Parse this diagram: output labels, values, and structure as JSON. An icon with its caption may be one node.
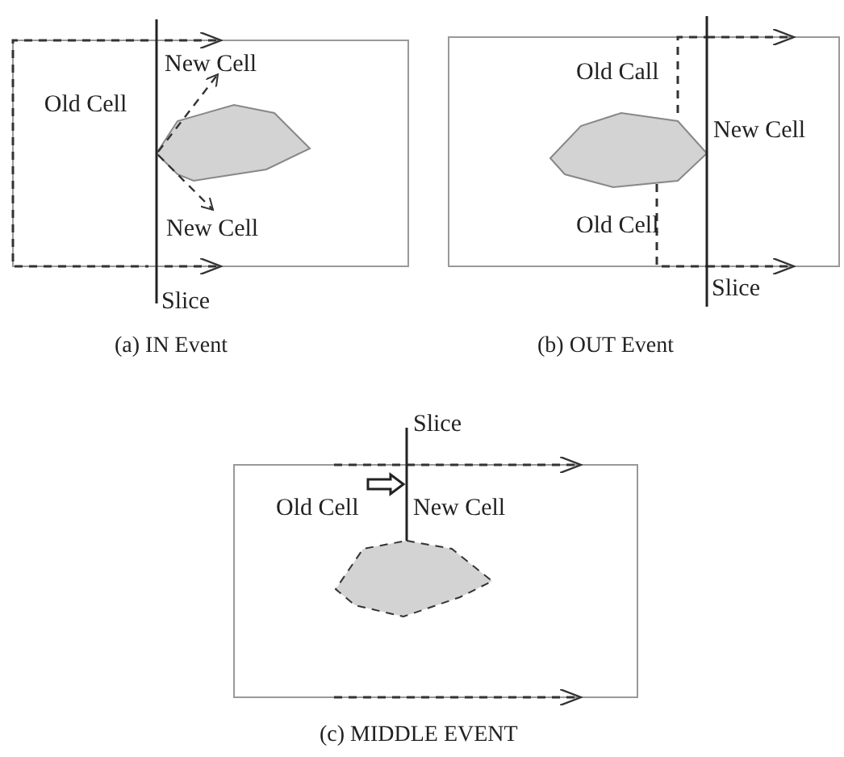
{
  "diagram": {
    "nodes": [
      {
        "text": [],
        "shape": "polygon"
      },
      {
        "text": [],
        "shape": "polygon"
      },
      {
        "text": [],
        "shape": "polygon"
      }
    ],
    "labels": [
      "New Cell",
      "Old Cell",
      "New Cell",
      "Slice",
      "(a) IN Event",
      "Old Call",
      "New Cell",
      "Old Cell",
      "Slice",
      "(b) OUT Event",
      "Slice",
      "Old Cell",
      "New Cell",
      "(c) MIDDLE EVENT"
    ]
  }
}
